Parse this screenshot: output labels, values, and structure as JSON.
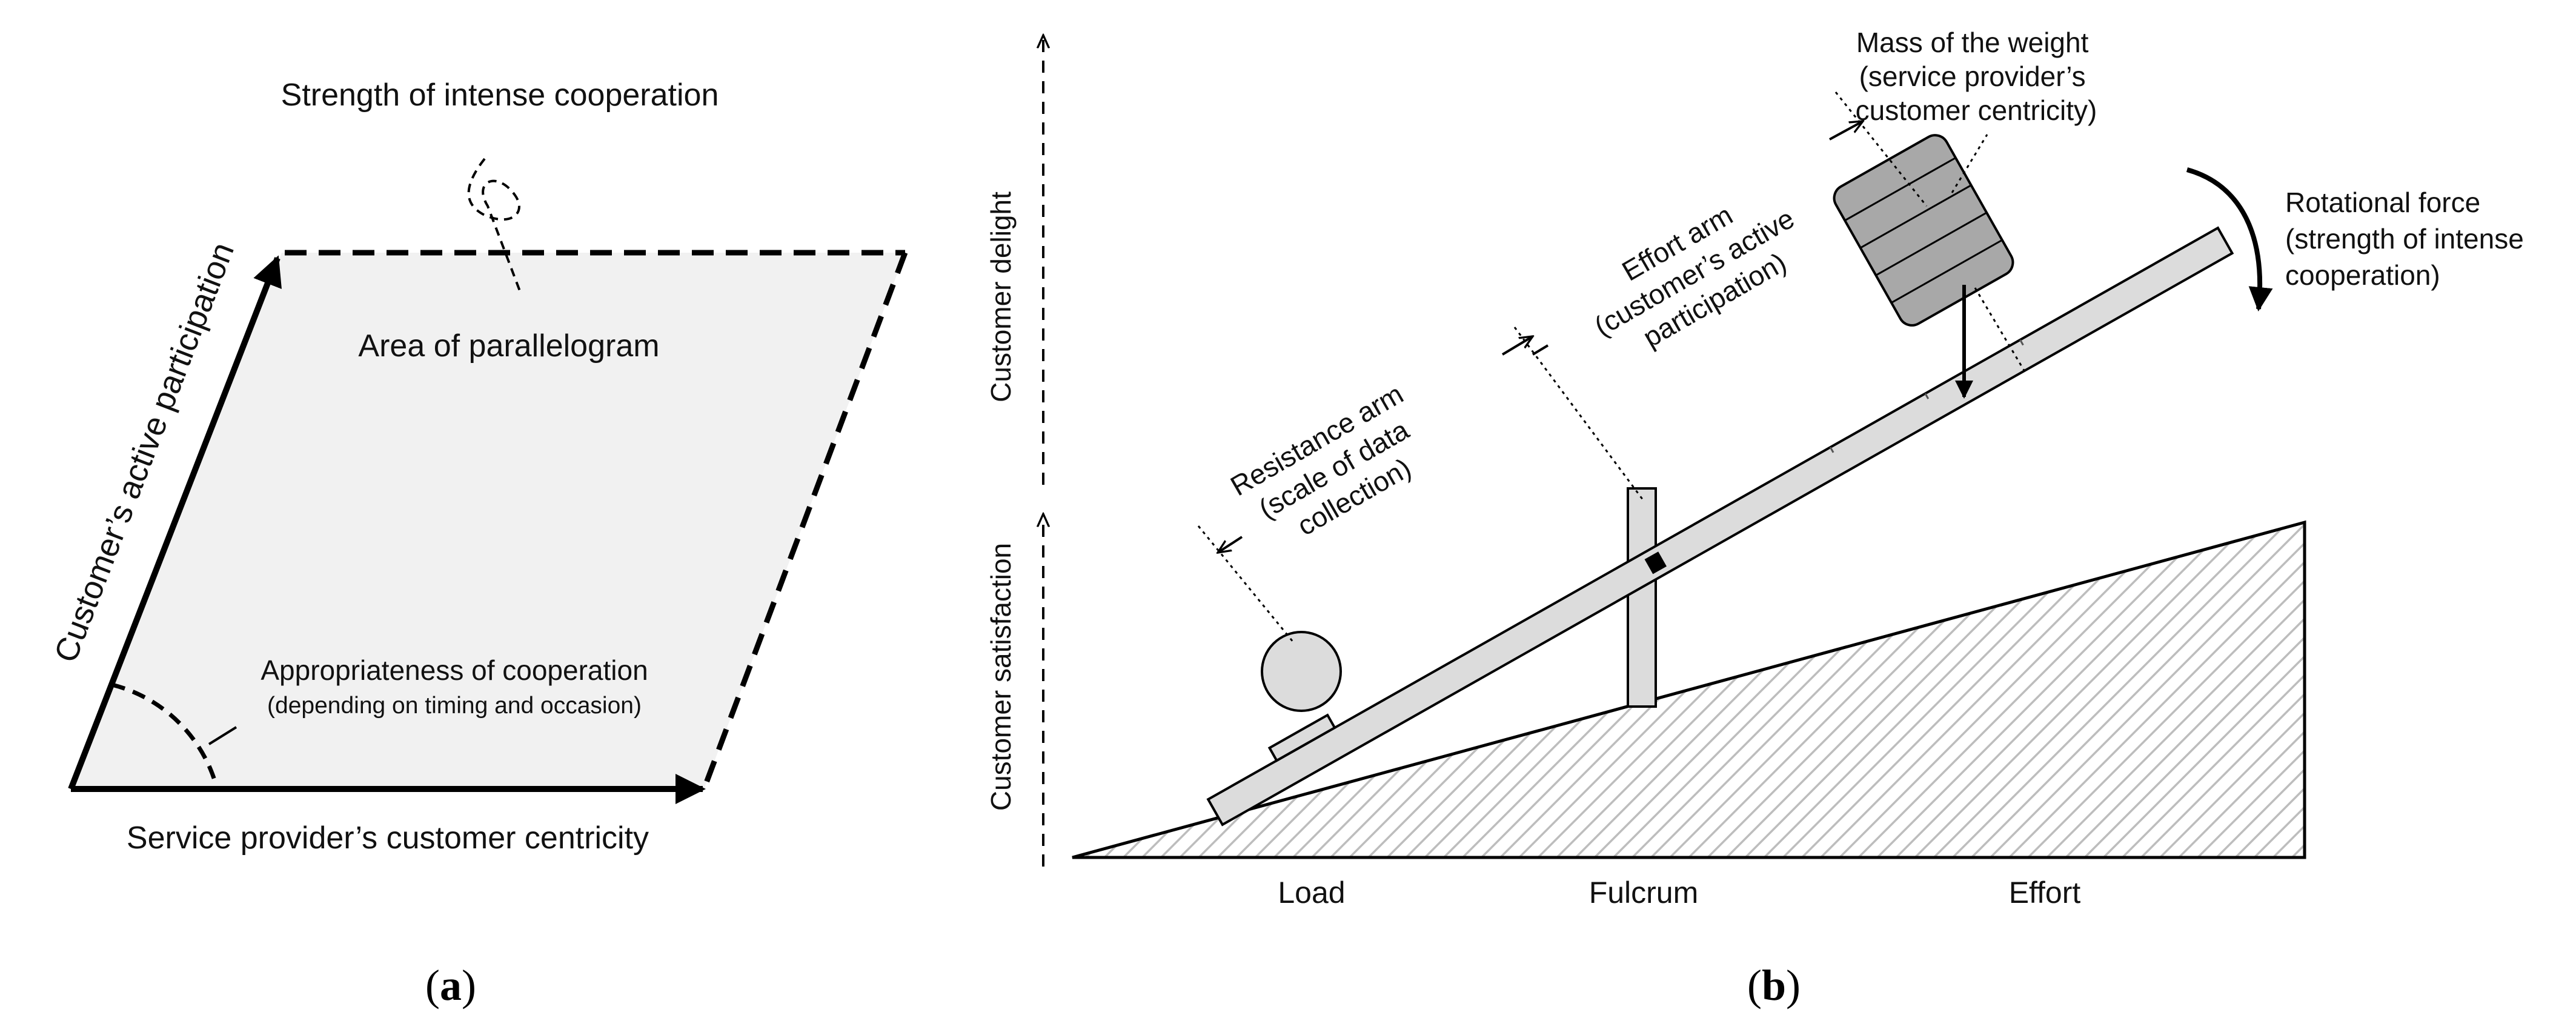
{
  "colors": {
    "stroke": "#000000",
    "panel_fill": "#f1f1f1",
    "beam_fill": "#dcdcdc",
    "weight_fill": "#a8a8a8",
    "hatch": "#bdbdbd"
  },
  "panel_a": {
    "caption_letter": "a",
    "top_label": "Strength of intense cooperation",
    "area_label": "Area of parallelogram",
    "left_side_label": "Customer’s active participation",
    "angle_label": "Appropriateness of cooperation",
    "angle_sublabel": "(depending on timing and occasion)",
    "bottom_label": "Service provider’s customer centricity"
  },
  "panel_b": {
    "caption_letter": "b",
    "axis_upper": "Customer delight",
    "axis_lower": "Customer satisfaction",
    "weight_label": [
      "Mass of the weight",
      "(service provider’s",
      "customer centricity)"
    ],
    "effort_arm_label": [
      "Effort arm",
      "(customer’s active",
      "participation)"
    ],
    "resistance_arm_label": [
      "Resistance arm",
      "(scale of data",
      "collection)"
    ],
    "rotation_label": [
      "Rotational force",
      "(strength of intense",
      "cooperation)"
    ],
    "bottom_labels": [
      "Load",
      "Fulcrum",
      "Effort"
    ]
  }
}
